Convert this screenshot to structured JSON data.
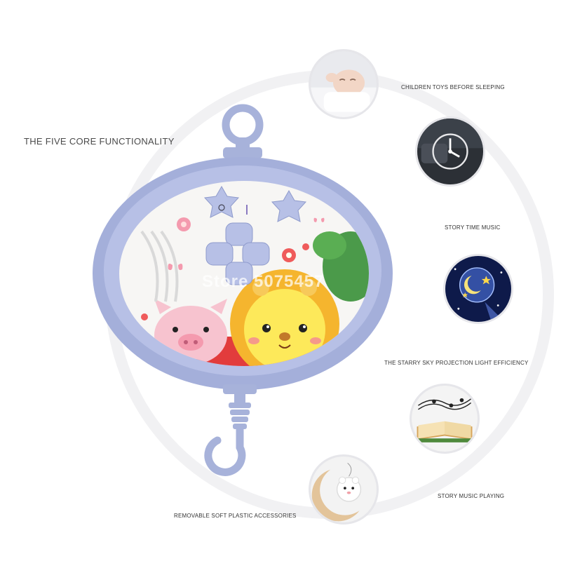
{
  "headline": "THE FIVE CORE FUNCTIONALITY",
  "watermark": "Store 5075457",
  "features": [
    {
      "label": "CHILDREN TOYS BEFORE SLEEPING",
      "icon": "sleeping-baby-icon"
    },
    {
      "label": "STORY TIME MUSIC",
      "icon": "clock-icon"
    },
    {
      "label": "THE STARRY SKY PROJECTION LIGHT EFFICIENCY",
      "icon": "starry-globe-icon"
    },
    {
      "label": "STORY MUSIC PLAYING",
      "icon": "music-book-icon"
    },
    {
      "label": "REMOVABLE SOFT PLASTIC ACCESSORIES",
      "icon": "moon-bear-icon"
    }
  ],
  "colors": {
    "device_shell": "#aab4dc",
    "device_face": "#f6f5f3",
    "button": "#b7c0e6",
    "pig": "#f7c3cf",
    "lion_mane": "#f5b52e",
    "lion_face": "#fde95a"
  }
}
